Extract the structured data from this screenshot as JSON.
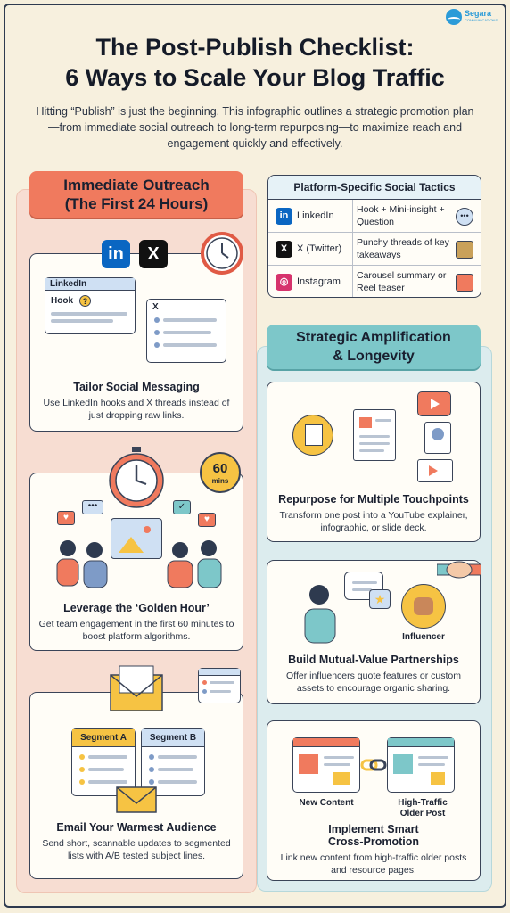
{
  "brand": {
    "name": "Segara",
    "tagline": "COMMUNICATIONS"
  },
  "title_line1": "The Post-Publish Checklist:",
  "title_line2": "6 Ways to Scale Your Blog Traffic",
  "subtitle": "Hitting “Publish” is just the beginning. This infographic outlines a strategic promotion plan—from immediate social outreach to long-term repurposing—to maximize reach and engagement quickly and effectively.",
  "left_section": {
    "heading_line1": "Immediate Outreach",
    "heading_line2": "(The First 24 Hours)",
    "cards": [
      {
        "title": "Tailor Social Messaging",
        "desc": "Use LinkedIn hooks and X threads instead of just dropping raw links.",
        "win1_label": "LinkedIn",
        "win1_hook": "Hook",
        "win2_label": "X",
        "in_badge": "in",
        "x_badge": "X"
      },
      {
        "title": "Leverage the ‘Golden Hour’",
        "desc": "Get team engagement in the first 60 minutes to boost platform algorithms.",
        "timer_value": "60",
        "timer_unit": "mins"
      },
      {
        "title": "Email Your Warmest Audience",
        "desc": "Send short, scannable updates to segmented lists with A/B tested subject lines.",
        "segment_a": "Segment A",
        "segment_b": "Segment B"
      }
    ]
  },
  "platform_table": {
    "heading": "Platform-Specific Social Tactics",
    "rows": [
      {
        "icon": "linkedin-icon",
        "badge": "in",
        "name": "LinkedIn",
        "tactic": "Hook + Mini-insight + Question",
        "color": "#0a66c2"
      },
      {
        "icon": "x-icon",
        "badge": "X",
        "name": "X (Twitter)",
        "tactic": "Punchy threads of key takeaways",
        "color": "#111111"
      },
      {
        "icon": "instagram-icon",
        "badge": "◎",
        "name": "Instagram",
        "tactic": "Carousel summary or Reel teaser",
        "color": "#d6336c"
      }
    ]
  },
  "right_section": {
    "heading_line1": "Strategic Amplification",
    "heading_line2": "& Longevity",
    "cards": [
      {
        "title": "Repurpose for Multiple Touchpoints",
        "desc": "Transform one post into a YouTube explainer, infographic, or slide deck."
      },
      {
        "title": "Build Mutual-Value Partnerships",
        "desc": "Offer influencers quote features or custom assets to encourage organic sharing.",
        "influencer_label": "Influencer"
      },
      {
        "title_line1": "Implement Smart",
        "title_line2": "Cross-Promotion",
        "desc": "Link new content from high-traffic older posts and resource pages.",
        "new_label": "New Content",
        "old_label_line1": "High-Traffic",
        "old_label_line2": "Older Post"
      }
    ]
  }
}
